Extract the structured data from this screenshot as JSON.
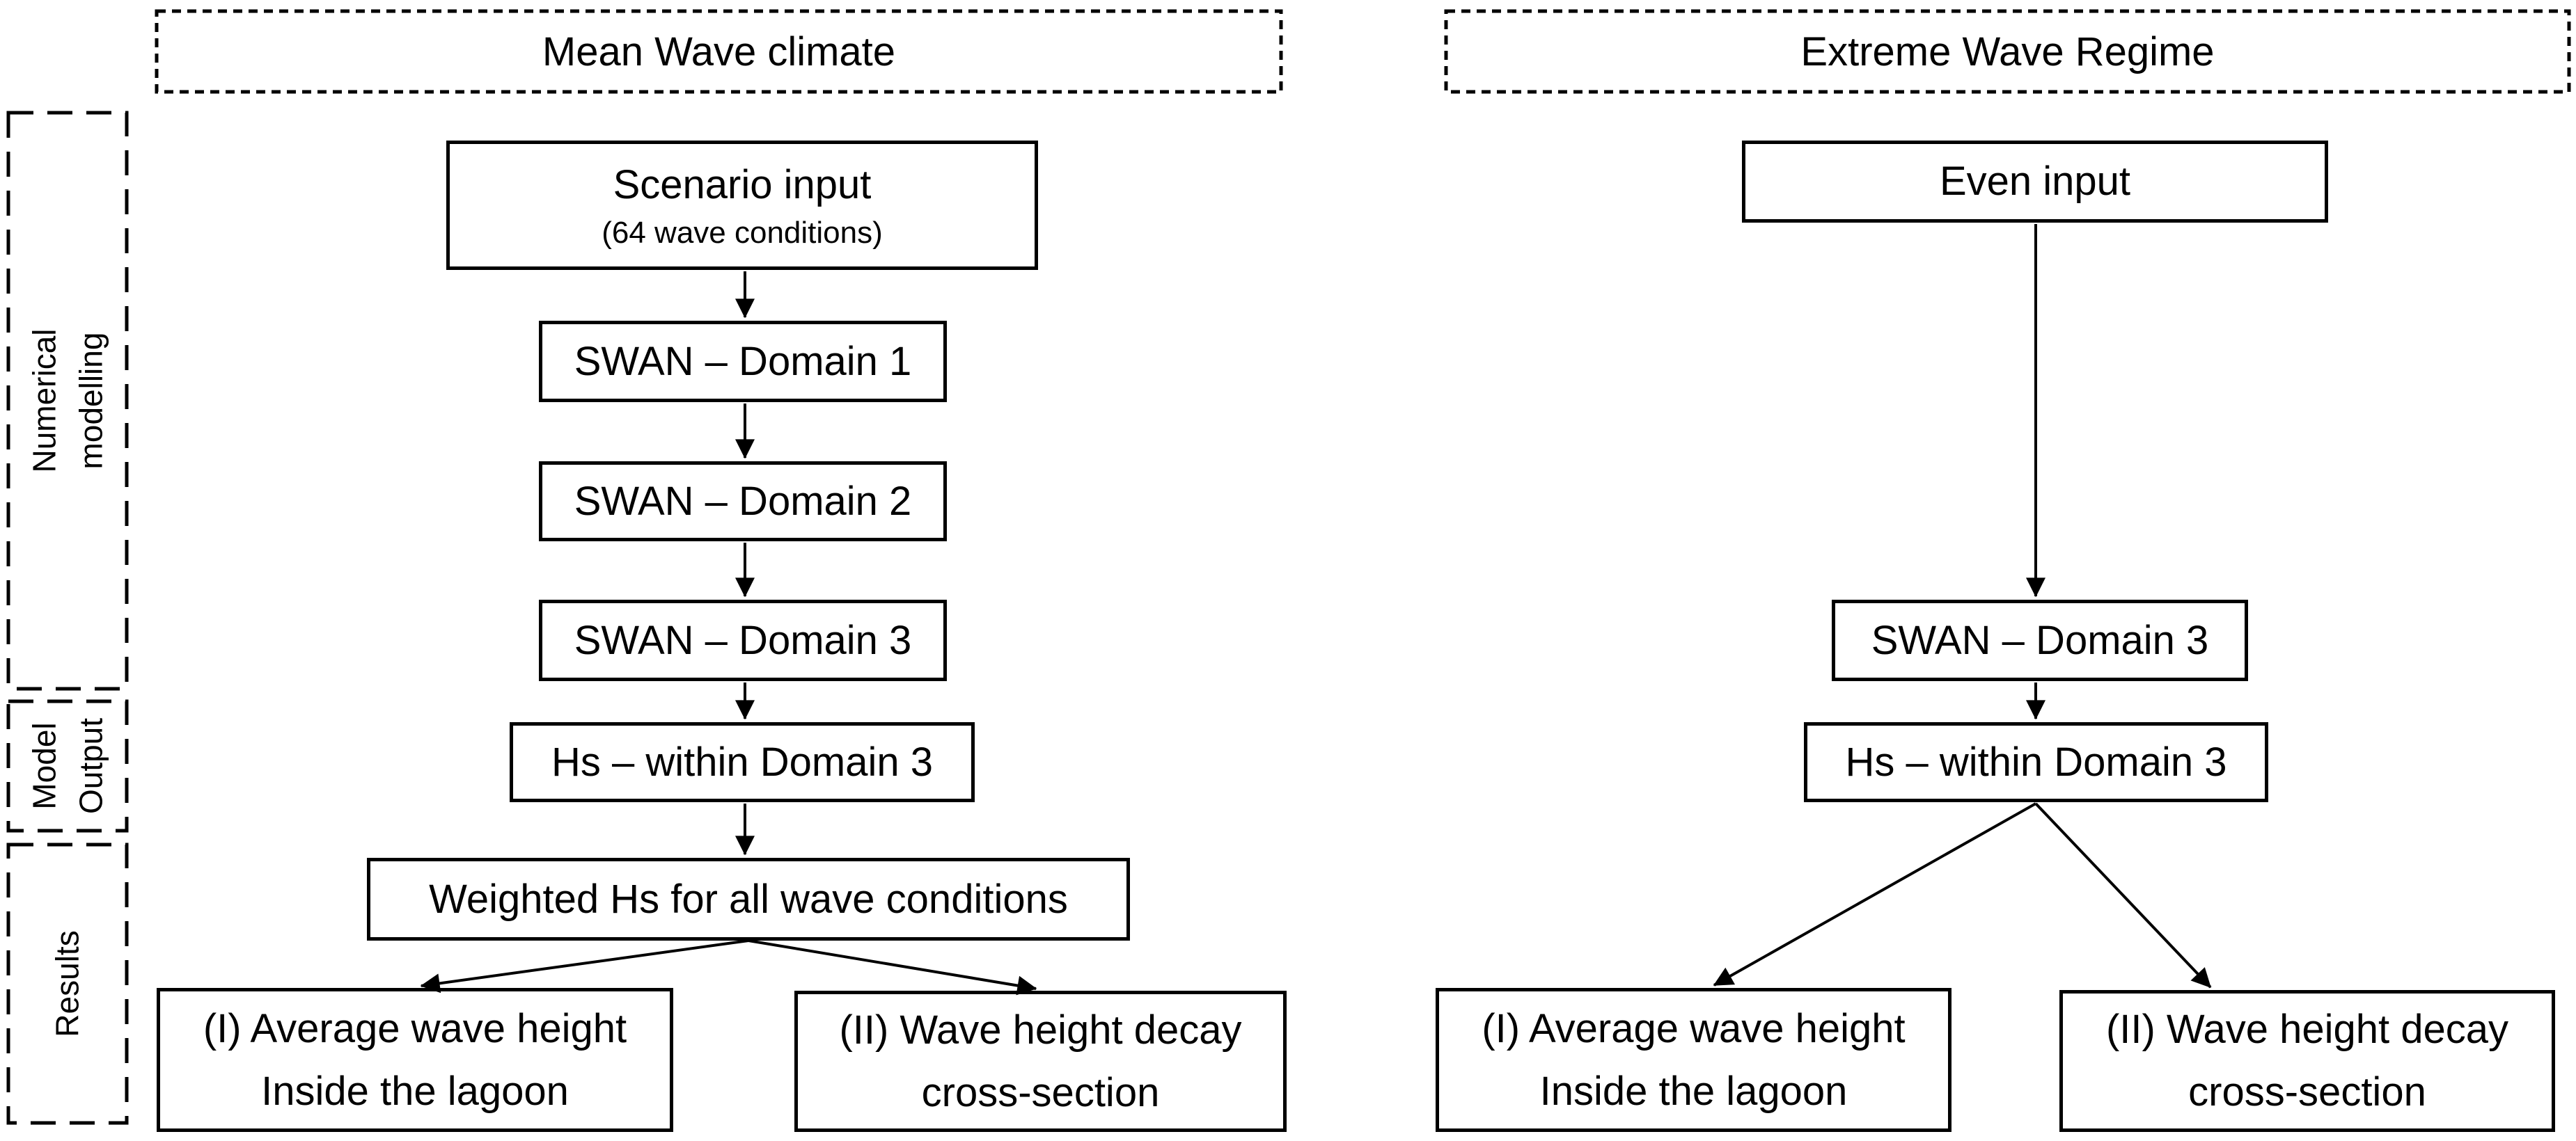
{
  "diagram": {
    "background": "#ffffff",
    "ink": "#000000",
    "sidebar": {
      "numerical_modelling": {
        "line1": "Numerical",
        "line2": "modelling"
      },
      "model_output": {
        "line1": "Model",
        "line2": "Output"
      },
      "results": {
        "line1": "Results"
      }
    },
    "left": {
      "header": "Mean Wave climate",
      "scenario_input": {
        "title": "Scenario input",
        "subtitle": "(64 wave conditions)"
      },
      "swan_domain_1": "SWAN – Domain 1",
      "swan_domain_2": "SWAN – Domain 2",
      "swan_domain_3": "SWAN – Domain 3",
      "hs_within_domain_3": "Hs – within Domain 3",
      "weighted_hs": "Weighted Hs for all wave conditions",
      "result_1": {
        "line1": "(I) Average wave height",
        "line2": "Inside the lagoon"
      },
      "result_2": {
        "line1": "(II) Wave height decay",
        "line2": "cross-section"
      }
    },
    "right": {
      "header": "Extreme Wave Regime",
      "even_input": "Even input",
      "swan_domain_3": "SWAN – Domain 3",
      "hs_within_domain_3": "Hs – within Domain 3",
      "result_1": {
        "line1": "(I) Average wave height",
        "line2": "Inside the lagoon"
      },
      "result_2": {
        "line1": "(II) Wave height decay",
        "line2": "cross-section"
      }
    }
  }
}
